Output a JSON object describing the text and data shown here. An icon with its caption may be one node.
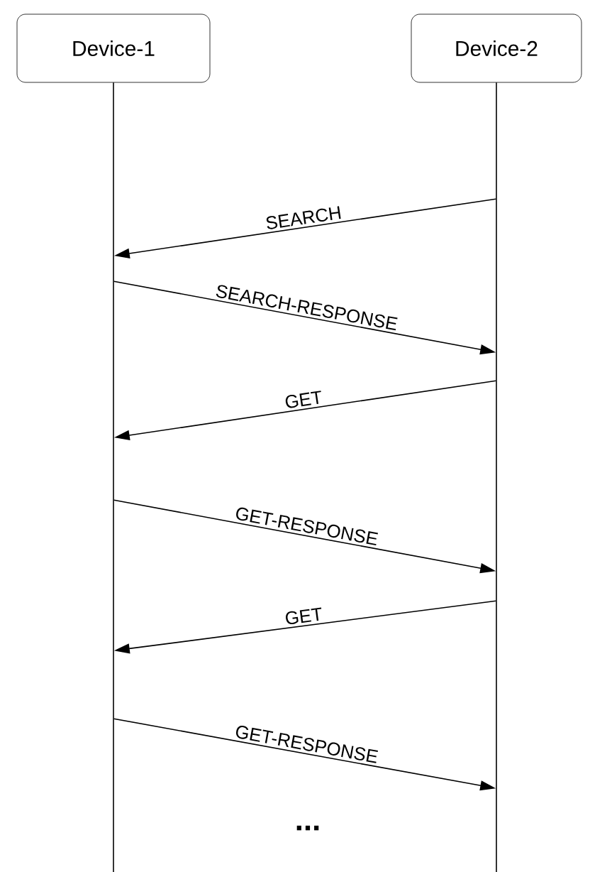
{
  "diagram": {
    "nodes": [
      {
        "text": [
          "Device-1"
        ]
      },
      {
        "text": [
          "Device-2"
        ]
      },
      {
        "text": [],
        "shape": "line"
      },
      {
        "text": [],
        "shape": "line"
      }
    ],
    "edges": [
      {
        "from": 3,
        "to": 2,
        "arrow": "to",
        "label": "SEARCH"
      },
      {
        "from": 2,
        "to": 3,
        "arrow": "to",
        "label": "SEARCH-RESPONSE"
      },
      {
        "from": 3,
        "to": 2,
        "arrow": "to",
        "label": "GET"
      },
      {
        "from": 2,
        "to": 3,
        "arrow": "to",
        "label": "GET-RESPONSE"
      },
      {
        "from": 3,
        "to": 2,
        "arrow": "to",
        "label": "GET"
      },
      {
        "from": 2,
        "to": 3,
        "arrow": "to",
        "label": "GET-RESPONSE"
      }
    ],
    "labels": [
      "..."
    ]
  }
}
